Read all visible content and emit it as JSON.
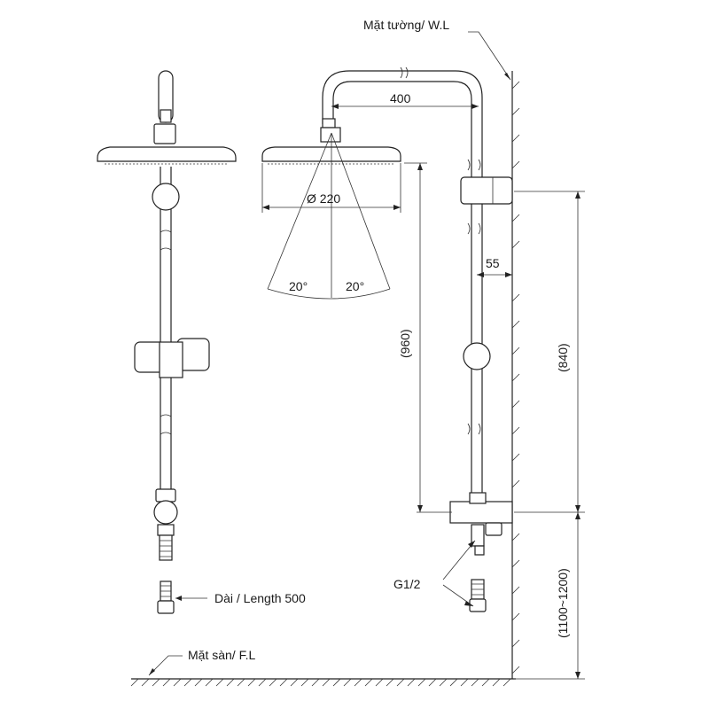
{
  "labels": {
    "wall": "Mặt tường/ W.L",
    "floor": "Mặt sàn/ F.L",
    "hose_length": "Dài / Length 500",
    "thread": "G1/2"
  },
  "dimensions": {
    "arm_reach": "400",
    "head_diameter": "Ø 220",
    "spray_angle_left": "20°",
    "spray_angle_right": "20°",
    "wall_offset": "55",
    "total_height": "(960)",
    "bracket_span": "(840)",
    "mount_height": "(1100~1200)"
  },
  "colors": {
    "line": "#222222",
    "background": "#ffffff"
  }
}
